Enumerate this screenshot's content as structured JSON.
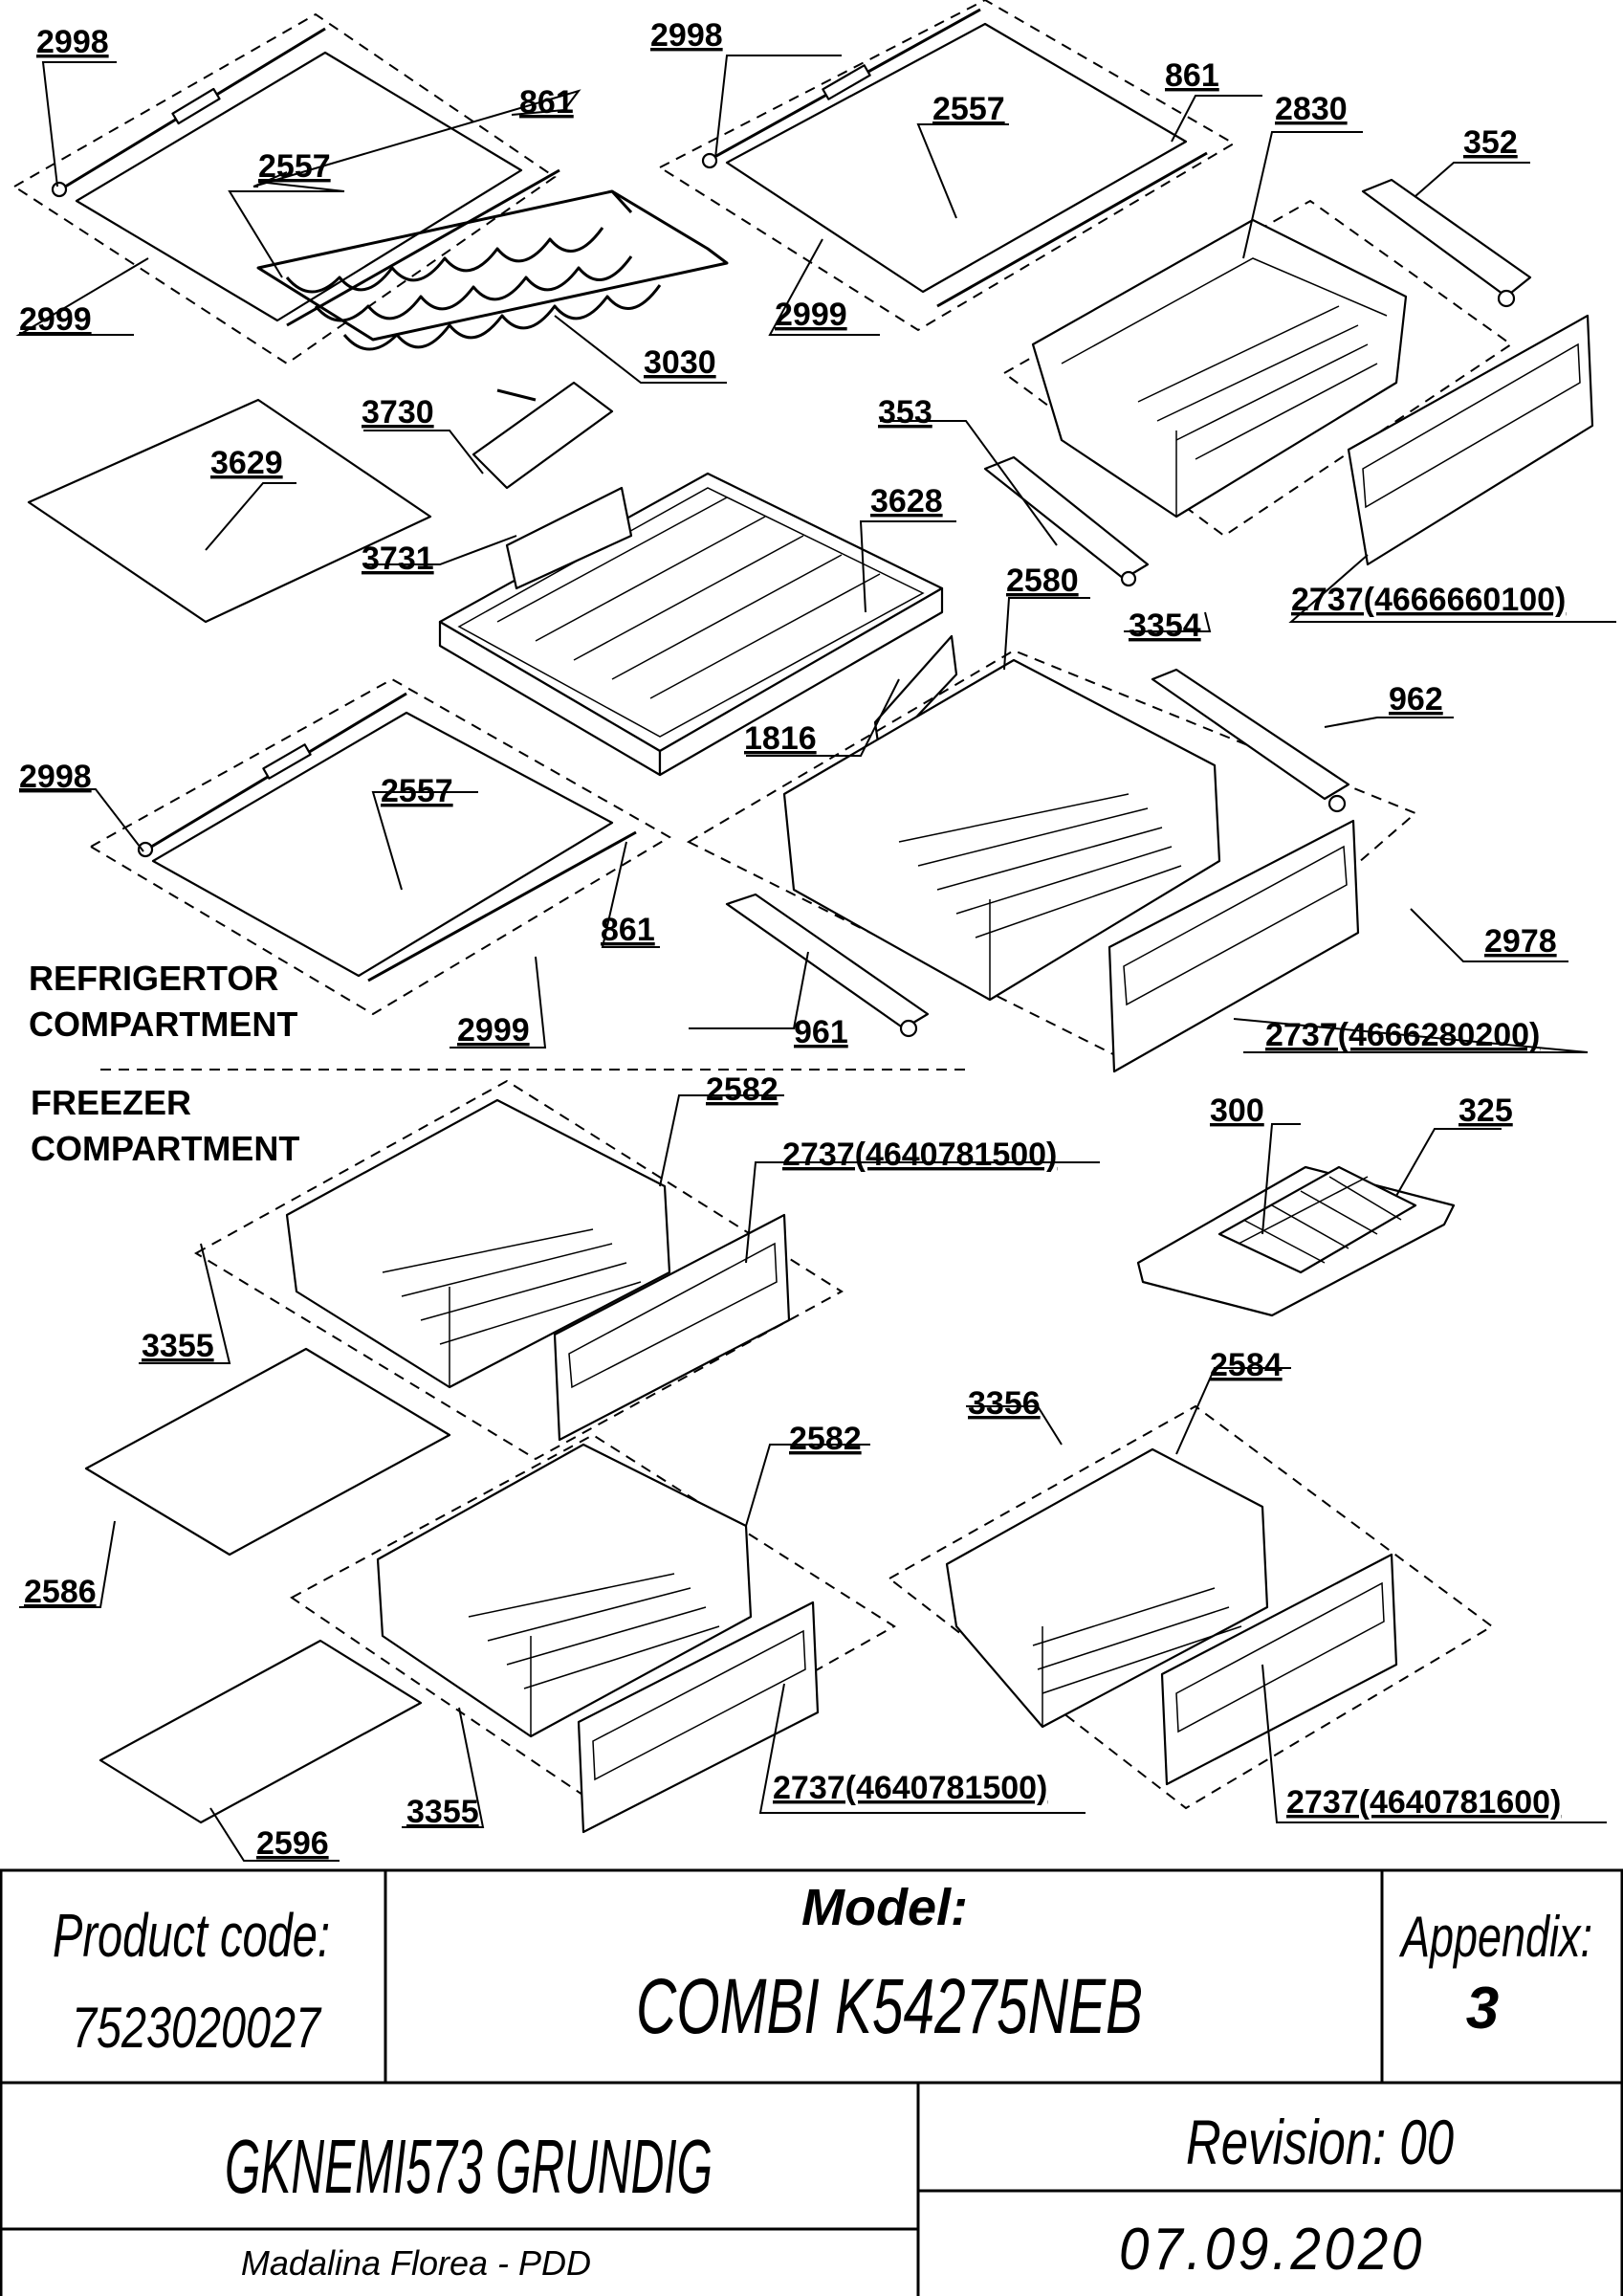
{
  "sections": {
    "refrigerator": [
      "REFRIGERTOR",
      "COMPARTMENT"
    ],
    "freezer": [
      "FREEZER",
      "COMPARTMENT"
    ]
  },
  "callouts": [
    "2998",
    "861",
    "2557",
    "2999",
    "3030",
    "2998",
    "2557",
    "861",
    "2999",
    "2830",
    "352",
    "3730",
    "3629",
    "3628",
    "3731",
    "353",
    "2737(4666660100)",
    "3354",
    "2580",
    "1816",
    "962",
    "2998",
    "2557",
    "861",
    "2999",
    "2978",
    "961",
    "2737(4666280200)",
    "2582",
    "2737(4640781500)",
    "300",
    "325",
    "3355",
    "2586",
    "2584",
    "3356",
    "2582",
    "2737(4640781500)",
    "3355",
    "2596",
    "2737(4640781600)"
  ],
  "title_block": {
    "product_code_label": "Product code:",
    "product_code": "7523020027",
    "model_label": "Model:",
    "model": "COMBI K54275NEB",
    "appendix_label": "Appendix:",
    "appendix": "3",
    "name": "GKNEMI573 GRUNDIG",
    "revision": "Revision: 00",
    "author": "Madalina Florea - PDD",
    "date": "07.09.2020"
  }
}
